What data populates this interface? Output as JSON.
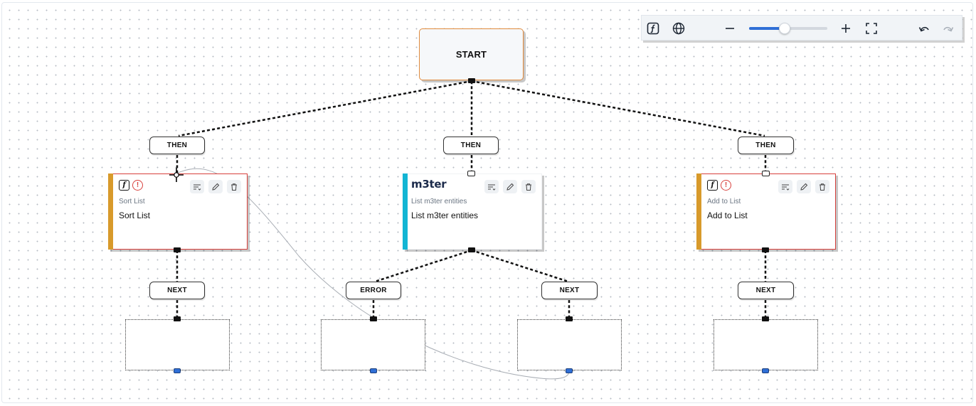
{
  "toolbar": {
    "buttons": [
      {
        "name": "function-icon",
        "symbol": "f"
      },
      {
        "name": "globe-icon"
      },
      {
        "name": "zoom-out-icon"
      },
      {
        "name": "zoom-in-icon"
      },
      {
        "name": "fit-view-icon"
      },
      {
        "name": "undo-icon"
      },
      {
        "name": "redo-icon"
      }
    ],
    "zoom_level": 0.45
  },
  "start": {
    "label": "START"
  },
  "labels": {
    "then_left": "THEN",
    "then_center": "THEN",
    "then_right": "THEN",
    "next_left": "NEXT",
    "error_center": "ERROR",
    "next_center": "NEXT",
    "next_right": "NEXT"
  },
  "cards": {
    "sort_list": {
      "subtitle": "Sort List",
      "title": "Sort List",
      "bar_color": "#d89a2b",
      "status": "error"
    },
    "list_m3ter": {
      "logo": "m3ter",
      "subtitle": "List m3ter entities",
      "title": "List m3ter entities",
      "bar_color": "#12b5d4",
      "status": "ok"
    },
    "add_to_list": {
      "subtitle": "Add to List",
      "title": "Add to List",
      "bar_color": "#d89a2b",
      "status": "error"
    }
  },
  "colors": {
    "accent": "#2f6fd6",
    "start_border": "#e08a3c",
    "error": "#d8413d",
    "connector": "#111111"
  }
}
